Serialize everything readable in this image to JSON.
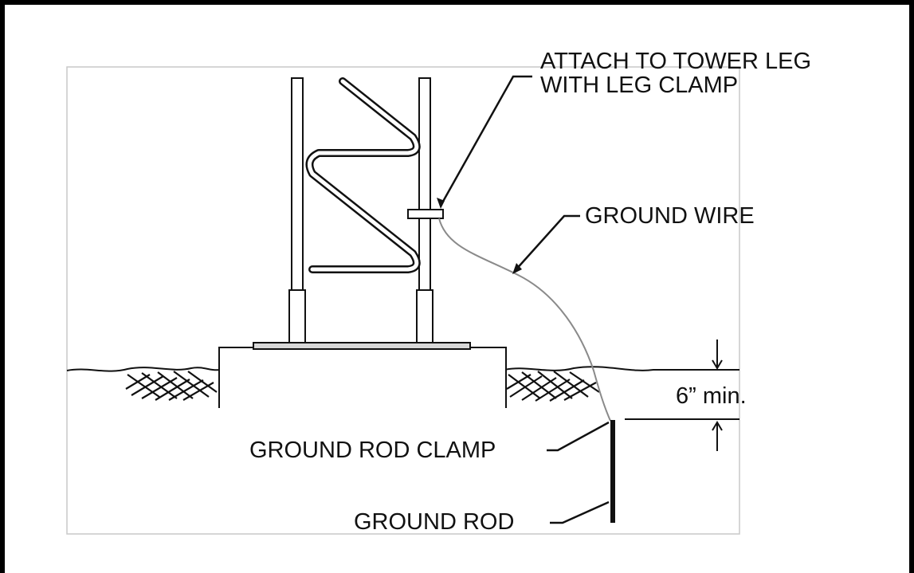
{
  "labels": {
    "attach_line1": "ATTACH TO TOWER LEG",
    "attach_line2": "WITH LEG CLAMP",
    "ground_wire": "GROUND WIRE",
    "depth": "6” min.",
    "ground_rod_clamp": "GROUND ROD CLAMP",
    "ground_rod": "GROUND ROD"
  },
  "colors": {
    "line": "#111111",
    "frame": "#000000",
    "panel_border": "#c8c8c8",
    "wire": "#8a8a8a"
  }
}
